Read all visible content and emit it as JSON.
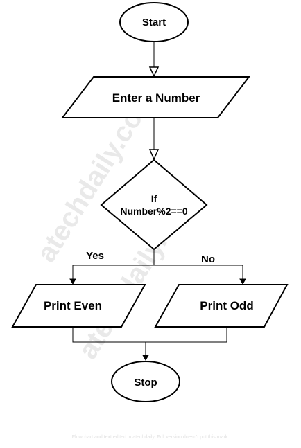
{
  "flowchart": {
    "start": "Start",
    "input": "Enter a Number",
    "decision_line1": "If",
    "decision_line2": "Number%2==0",
    "branch_yes": "Yes",
    "branch_no": "No",
    "print_even": "Print Even",
    "print_odd": "Print Odd",
    "stop": "Stop"
  },
  "watermark": {
    "text": "atechdaily.com",
    "footer": "Flowchart and text edited in atechdaily. Full version doesn't put this mark."
  }
}
